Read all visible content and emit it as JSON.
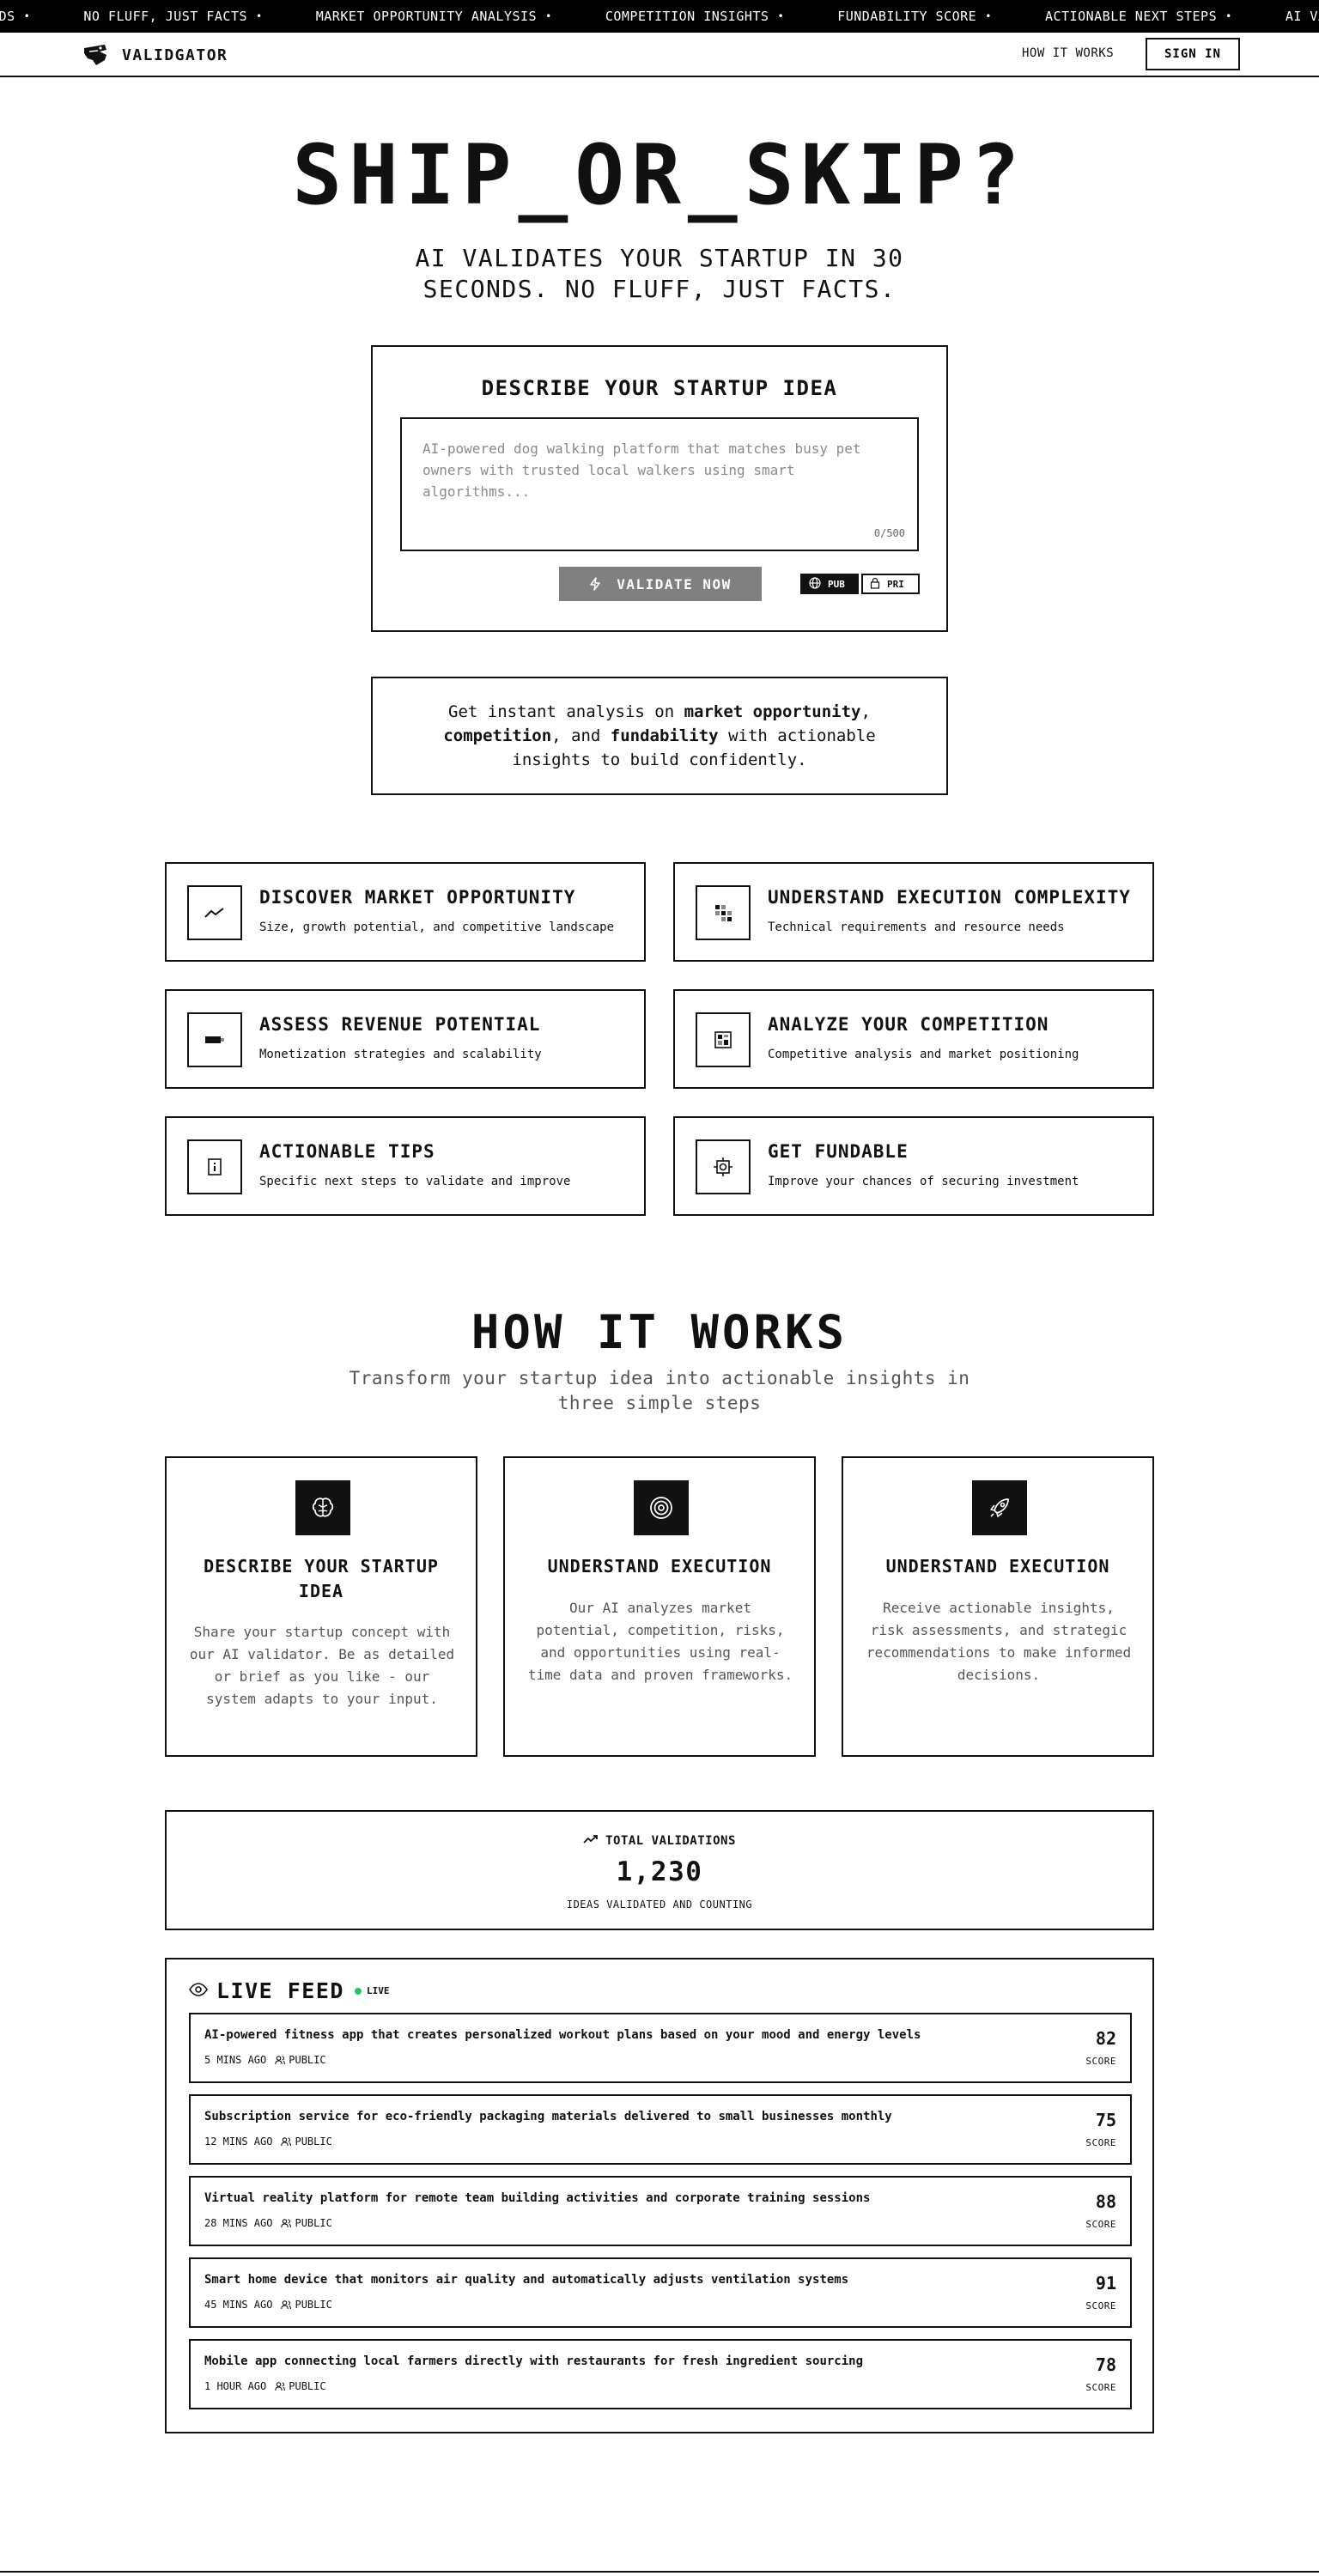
{
  "ticker": {
    "items": [
      "CONDS",
      "NO FLUFF, JUST FACTS",
      "MARKET OPPORTUNITY ANALYSIS",
      "COMPETITION INSIGHTS",
      "FUNDABILITY SCORE",
      "ACTIONABLE NEXT STEPS",
      "AI VALID"
    ]
  },
  "nav": {
    "brand": "VALIDGATOR",
    "how_it_works": "HOW IT WORKS",
    "sign_in": "SIGN IN"
  },
  "hero": {
    "title": "SHIP_OR_SKIP?",
    "subtitle": "AI VALIDATES YOUR STARTUP IN 30 SECONDS. NO FLUFF, JUST FACTS."
  },
  "idea_form": {
    "title": "DESCRIBE YOUR STARTUP IDEA",
    "placeholder": "AI-powered dog walking platform that matches busy pet owners with trusted local walkers using smart algorithms...",
    "char_count": "0/500",
    "validate_label": "VALIDATE NOW",
    "public_label": "PUB",
    "private_label": "PRI"
  },
  "info": {
    "prefix": "Get instant analysis on ",
    "b1": "market opportunity",
    "sep1": ",",
    "b2": "competition",
    "sep2": ", and ",
    "b3": "fundability",
    "suffix": " with actionable insights to build confidently."
  },
  "features": [
    {
      "title": "DISCOVER MARKET OPPORTUNITY",
      "desc": "Size, growth potential, and competitive landscape",
      "icon": "trend-icon"
    },
    {
      "title": "UNDERSTAND EXECUTION COMPLEXITY",
      "desc": "Technical requirements and resource needs",
      "icon": "grid-icon"
    },
    {
      "title": "ASSESS REVENUE POTENTIAL",
      "desc": "Monetization strategies and scalability",
      "icon": "cash-icon"
    },
    {
      "title": "ANALYZE YOUR COMPETITION",
      "desc": "Competitive analysis and market positioning",
      "icon": "compare-icon"
    },
    {
      "title": "ACTIONABLE TIPS",
      "desc": "Specific next steps to validate and improve",
      "icon": "tip-icon"
    },
    {
      "title": "GET FUNDABLE",
      "desc": "Improve your chances of securing investment",
      "icon": "target-icon"
    }
  ],
  "how": {
    "title": "HOW IT WORKS",
    "subtitle": "Transform your startup idea into actionable insights in three simple steps",
    "steps": [
      {
        "title": "DESCRIBE YOUR STARTUP IDEA",
        "desc": "Share your startup concept with our AI validator. Be as detailed or brief as you like - our system adapts to your input."
      },
      {
        "title": "UNDERSTAND EXECUTION",
        "desc": "Our AI analyzes market potential, competition, risks, and opportunities using real-time data and proven frameworks."
      },
      {
        "title": "UNDERSTAND EXECUTION",
        "desc": "Receive actionable insights, risk assessments, and strategic recommendations to make informed decisions."
      }
    ]
  },
  "total": {
    "label": "TOTAL VALIDATIONS",
    "value": "1,230",
    "caption": "IDEAS VALIDATED AND COUNTING"
  },
  "feed": {
    "title": "LIVE FEED",
    "live_label": "LIVE",
    "score_label": "SCORE",
    "items": [
      {
        "idea": "AI-powered fitness app that creates personalized workout plans based on your mood and energy levels",
        "time": "5 MINS AGO",
        "visibility": "PUBLIC",
        "score": "82"
      },
      {
        "idea": "Subscription service for eco-friendly packaging materials delivered to small businesses monthly",
        "time": "12 MINS AGO",
        "visibility": "PUBLIC",
        "score": "75"
      },
      {
        "idea": "Virtual reality platform for remote team building activities and corporate training sessions",
        "time": "28 MINS AGO",
        "visibility": "PUBLIC",
        "score": "88"
      },
      {
        "idea": "Smart home device that monitors air quality and automatically adjusts ventilation systems",
        "time": "45 MINS AGO",
        "visibility": "PUBLIC",
        "score": "91"
      },
      {
        "idea": "Mobile app connecting local farmers directly with restaurants for fresh ingredient sourcing",
        "time": "1 HOUR AGO",
        "visibility": "PUBLIC",
        "score": "78"
      }
    ]
  },
  "colors": {
    "ink": "#111111",
    "button_disabled": "#808080",
    "live_green": "#22c55e",
    "muted_text": "#555555"
  }
}
